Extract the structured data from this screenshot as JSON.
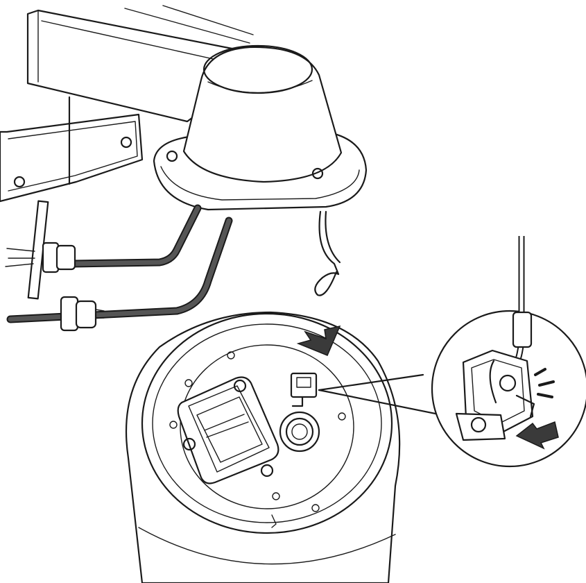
{
  "figure": {
    "kind": "installation-illustration",
    "background_color": "#ffffff",
    "line_color": "#1a1a1a",
    "cable_color": "#555555",
    "arrow_color": "#3a3a3a",
    "icons": [
      "wall-mount-bracket",
      "camera-dome-housing",
      "safety-lanyard",
      "cable-gland",
      "camera-base",
      "network-connector",
      "terminal-clip",
      "magnified-detail-view",
      "press-arrow",
      "click-indicator"
    ]
  }
}
